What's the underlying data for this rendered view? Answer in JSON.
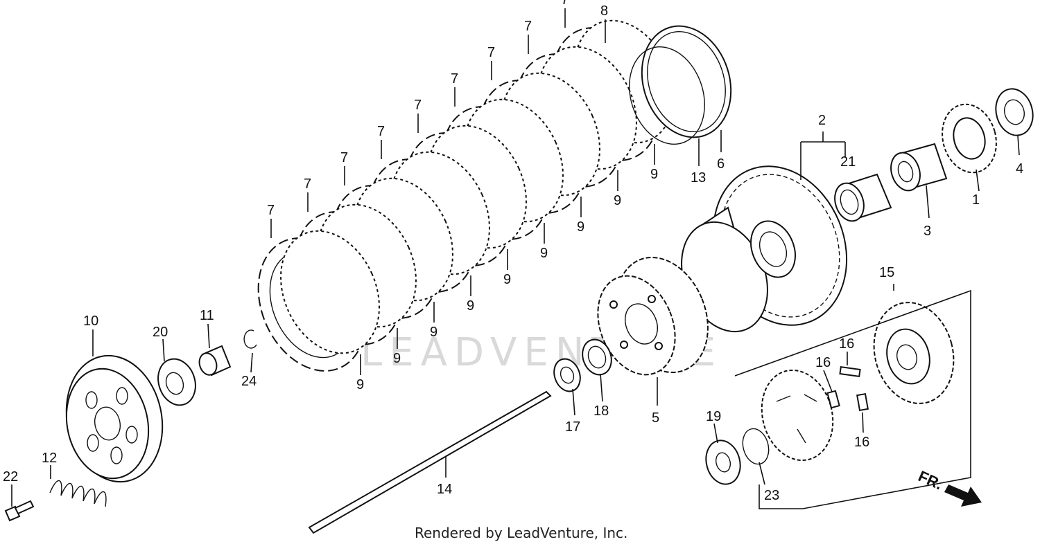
{
  "diagram": {
    "callouts": {
      "p1": "1",
      "p2": "2",
      "p3": "3",
      "p4": "4",
      "p5": "5",
      "p6": "6",
      "p8": "8",
      "p10": "10",
      "p11": "11",
      "p12": "12",
      "p13": "13",
      "p14": "14",
      "p15": "15",
      "p17": "17",
      "p18": "18",
      "p19": "19",
      "p20": "20",
      "p21": "21",
      "p22": "22",
      "p23": "23",
      "p24": "24",
      "p7": "7",
      "p9": "9",
      "p16": "16"
    },
    "watermark": "LEADVENTURE",
    "direction_label": "FR.",
    "credit": "Rendered by LeadVenture, Inc."
  }
}
